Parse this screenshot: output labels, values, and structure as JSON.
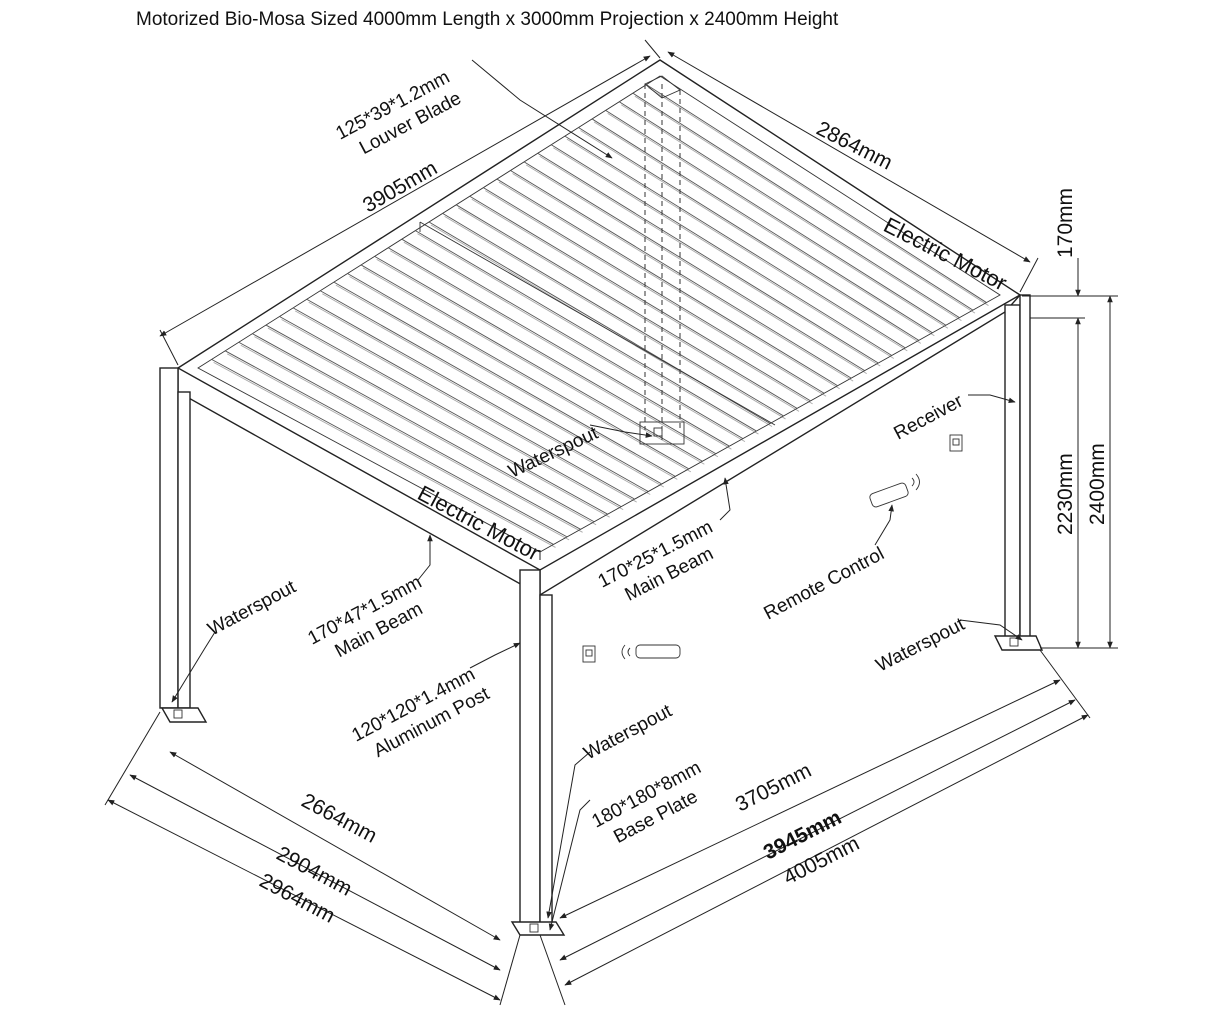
{
  "title": "Motorized Bio-Mosa Sized 4000mm Length x 3000mm Projection x 2400mm Height",
  "labels": {
    "louver_blade": [
      "125*39*1.2mm",
      "Louver Blade"
    ],
    "main_beam_side": [
      "170*47*1.5mm",
      "Main Beam"
    ],
    "main_beam_front": [
      "170*25*1.5mm",
      "Main Beam"
    ],
    "aluminum_post": [
      "120*120*1.4mm",
      "Aluminum Post"
    ],
    "base_plate": [
      "180*180*8mm",
      "Base Plate"
    ],
    "electric_motor_front": "Electric Motor",
    "electric_motor_right": "Electric Motor",
    "receiver": "Receiver",
    "remote_control": "Remote Control",
    "waterspout_top": "Waterspout",
    "waterspout_left": "Waterspout",
    "waterspout_front": "Waterspout",
    "waterspout_right": "Waterspout"
  },
  "dimensions": {
    "top_length": "3905mm",
    "top_projection": "2864mm",
    "beam_height": "170mm",
    "clear_height": "2230mm",
    "total_height": "2400mm",
    "left_inner": "2664mm",
    "left_mid": "2904mm",
    "left_outer": "2964mm",
    "front_inner": "3705mm",
    "front_mid": "3945mm",
    "front_outer": "4005mm"
  }
}
